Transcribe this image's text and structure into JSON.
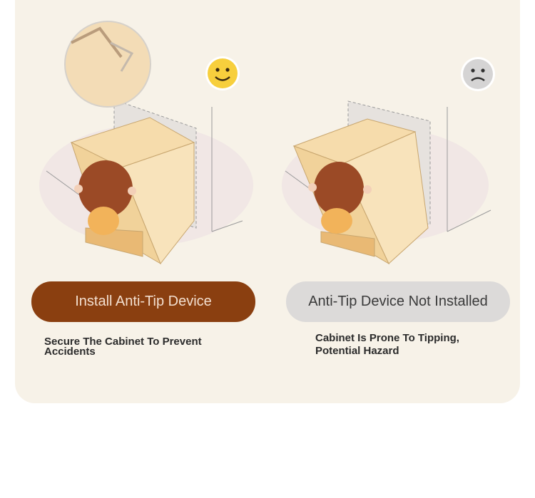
{
  "left_panel": {
    "status_label": "Install Anti-Tip Device",
    "description": "Secure The Cabinet To Prevent Accidents",
    "emoji": "smiley-face-icon"
  },
  "right_panel": {
    "status_label": "Anti-Tip Device Not Installed",
    "description": "Cabinet Is Prone To Tipping, Potential Hazard",
    "emoji": "sad-face-icon"
  },
  "colors": {
    "card_bg": "#f7f2e8",
    "good_badge": "#8a3f10",
    "bad_badge": "#dcdad9",
    "smiley": "#f7cf3d",
    "wood": "#f4d9a8"
  }
}
